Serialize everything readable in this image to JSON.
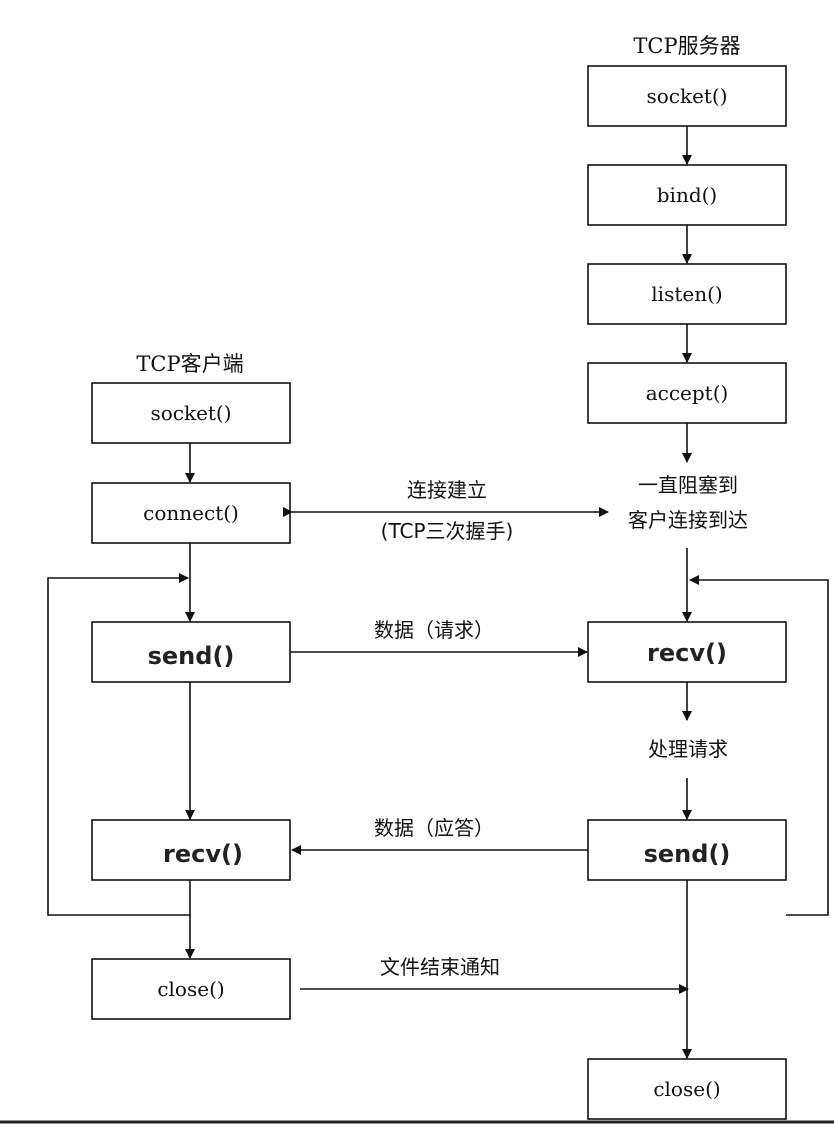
{
  "server": {
    "title": "TCP服务器",
    "socket": "socket()",
    "bind": "bind()",
    "listen": "listen()",
    "accept": "accept()",
    "block_line1": "一直阻塞到",
    "block_line2": "客户连接到达",
    "recv": "recv()",
    "process": "处理请求",
    "send": "send()",
    "close": "close()"
  },
  "client": {
    "title": "TCP客户端",
    "socket": "socket()",
    "connect": "connect()",
    "send": "send()",
    "recv": "recv()",
    "close": "close()"
  },
  "links": {
    "connect_line1": "连接建立",
    "connect_line2": "(TCP三次握手)",
    "request": "数据（请求）",
    "response": "数据（应答）",
    "eof": "文件结束通知"
  }
}
